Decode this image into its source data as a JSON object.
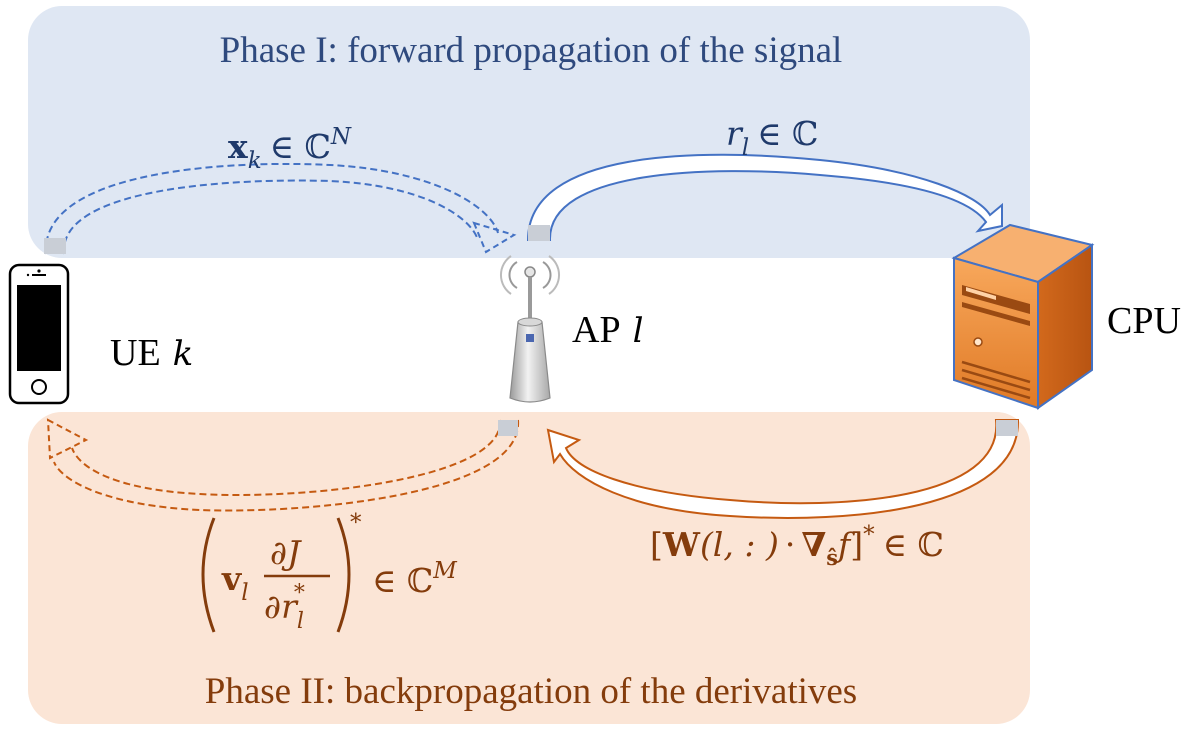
{
  "phases": {
    "forward": {
      "title": "Phase I: forward propagation of the signal",
      "color": "#2f4a7e",
      "panel_color": "#dfe7f3"
    },
    "backward": {
      "title": "Phase II: backpropagation of the derivatives",
      "color": "#843c0c",
      "panel_color": "#fbe5d6"
    }
  },
  "nodes": {
    "ue": {
      "label": "UE",
      "symbol": "k",
      "icon": "smartphone-icon"
    },
    "ap": {
      "label": "AP",
      "symbol": "l",
      "icon": "access-point-icon"
    },
    "cpu": {
      "label": "CPU",
      "icon": "server-tower-icon"
    }
  },
  "signals": {
    "ue_to_ap": {
      "var": "x",
      "sub": "k",
      "rel": "∈ ℂ",
      "sup": "N"
    },
    "ap_to_cpu": {
      "var": "r",
      "sub": "l",
      "rel": "∈ ℂ"
    },
    "cpu_to_ap": {
      "text_open": "[",
      "var": "W",
      "args": "(l, : )",
      "dot": "·",
      "nabla": "∇",
      "nabla_sub": "ŝ",
      "func": "f",
      "text_close": "]",
      "star": "*",
      "rel": "∈ ℂ"
    },
    "ap_to_ue": {
      "var": "v",
      "sub": "l",
      "num": "∂J",
      "den": "∂r",
      "den_sub": "l",
      "den_sup": "*",
      "star": "*",
      "rel": "∈ ℂ",
      "sup": "M"
    }
  }
}
